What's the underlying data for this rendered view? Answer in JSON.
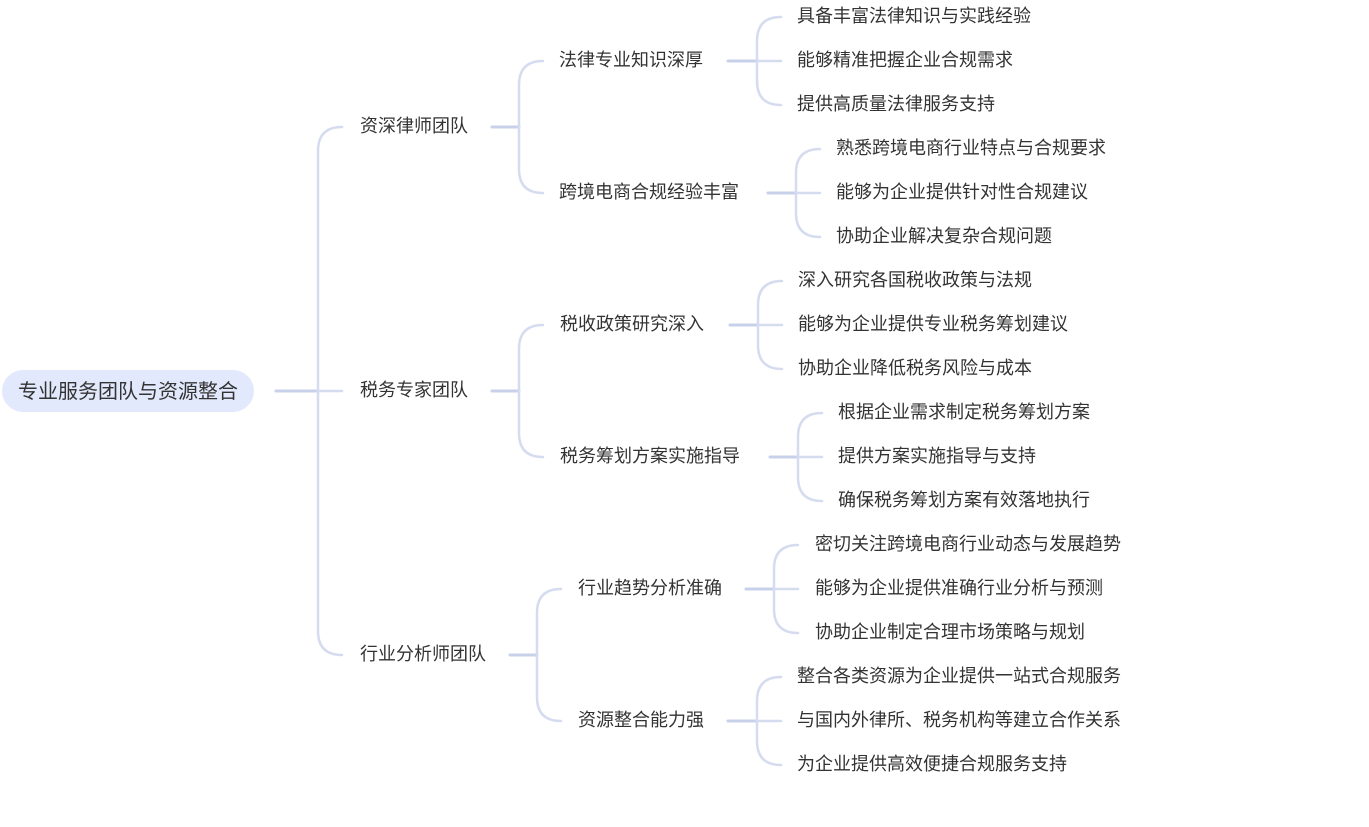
{
  "mindmap": {
    "root": {
      "label": "专业服务团队与资源整合"
    },
    "branches": [
      {
        "label": "资深律师团队",
        "children": [
          {
            "label": "法律专业知识深厚",
            "children": [
              "具备丰富法律知识与实践经验",
              "能够精准把握企业合规需求",
              "提供高质量法律服务支持"
            ]
          },
          {
            "label": "跨境电商合规经验丰富",
            "children": [
              "熟悉跨境电商行业特点与合规要求",
              "能够为企业提供针对性合规建议",
              "协助企业解决复杂合规问题"
            ]
          }
        ]
      },
      {
        "label": "税务专家团队",
        "children": [
          {
            "label": "税收政策研究深入",
            "children": [
              "深入研究各国税收政策与法规",
              "能够为企业提供专业税务筹划建议",
              "协助企业降低税务风险与成本"
            ]
          },
          {
            "label": "税务筹划方案实施指导",
            "children": [
              "根据企业需求制定税务筹划方案",
              "提供方案实施指导与支持",
              "确保税务筹划方案有效落地执行"
            ]
          }
        ]
      },
      {
        "label": "行业分析师团队",
        "children": [
          {
            "label": "行业趋势分析准确",
            "children": [
              "密切关注跨境电商行业动态与发展趋势",
              "能够为企业提供准确行业分析与预测",
              "协助企业制定合理市场策略与规划"
            ]
          },
          {
            "label": "资源整合能力强",
            "children": [
              "整合各类资源为企业提供一站式合规服务",
              "与国内外律所、税务机构等建立合作关系",
              "为企业提供高效便捷合规服务支持"
            ]
          }
        ]
      }
    ]
  },
  "colors": {
    "root_bg": "#e3e9fc",
    "connector": "#d5dcef",
    "connector_dark": "#c3cde8",
    "text": "#333333"
  }
}
